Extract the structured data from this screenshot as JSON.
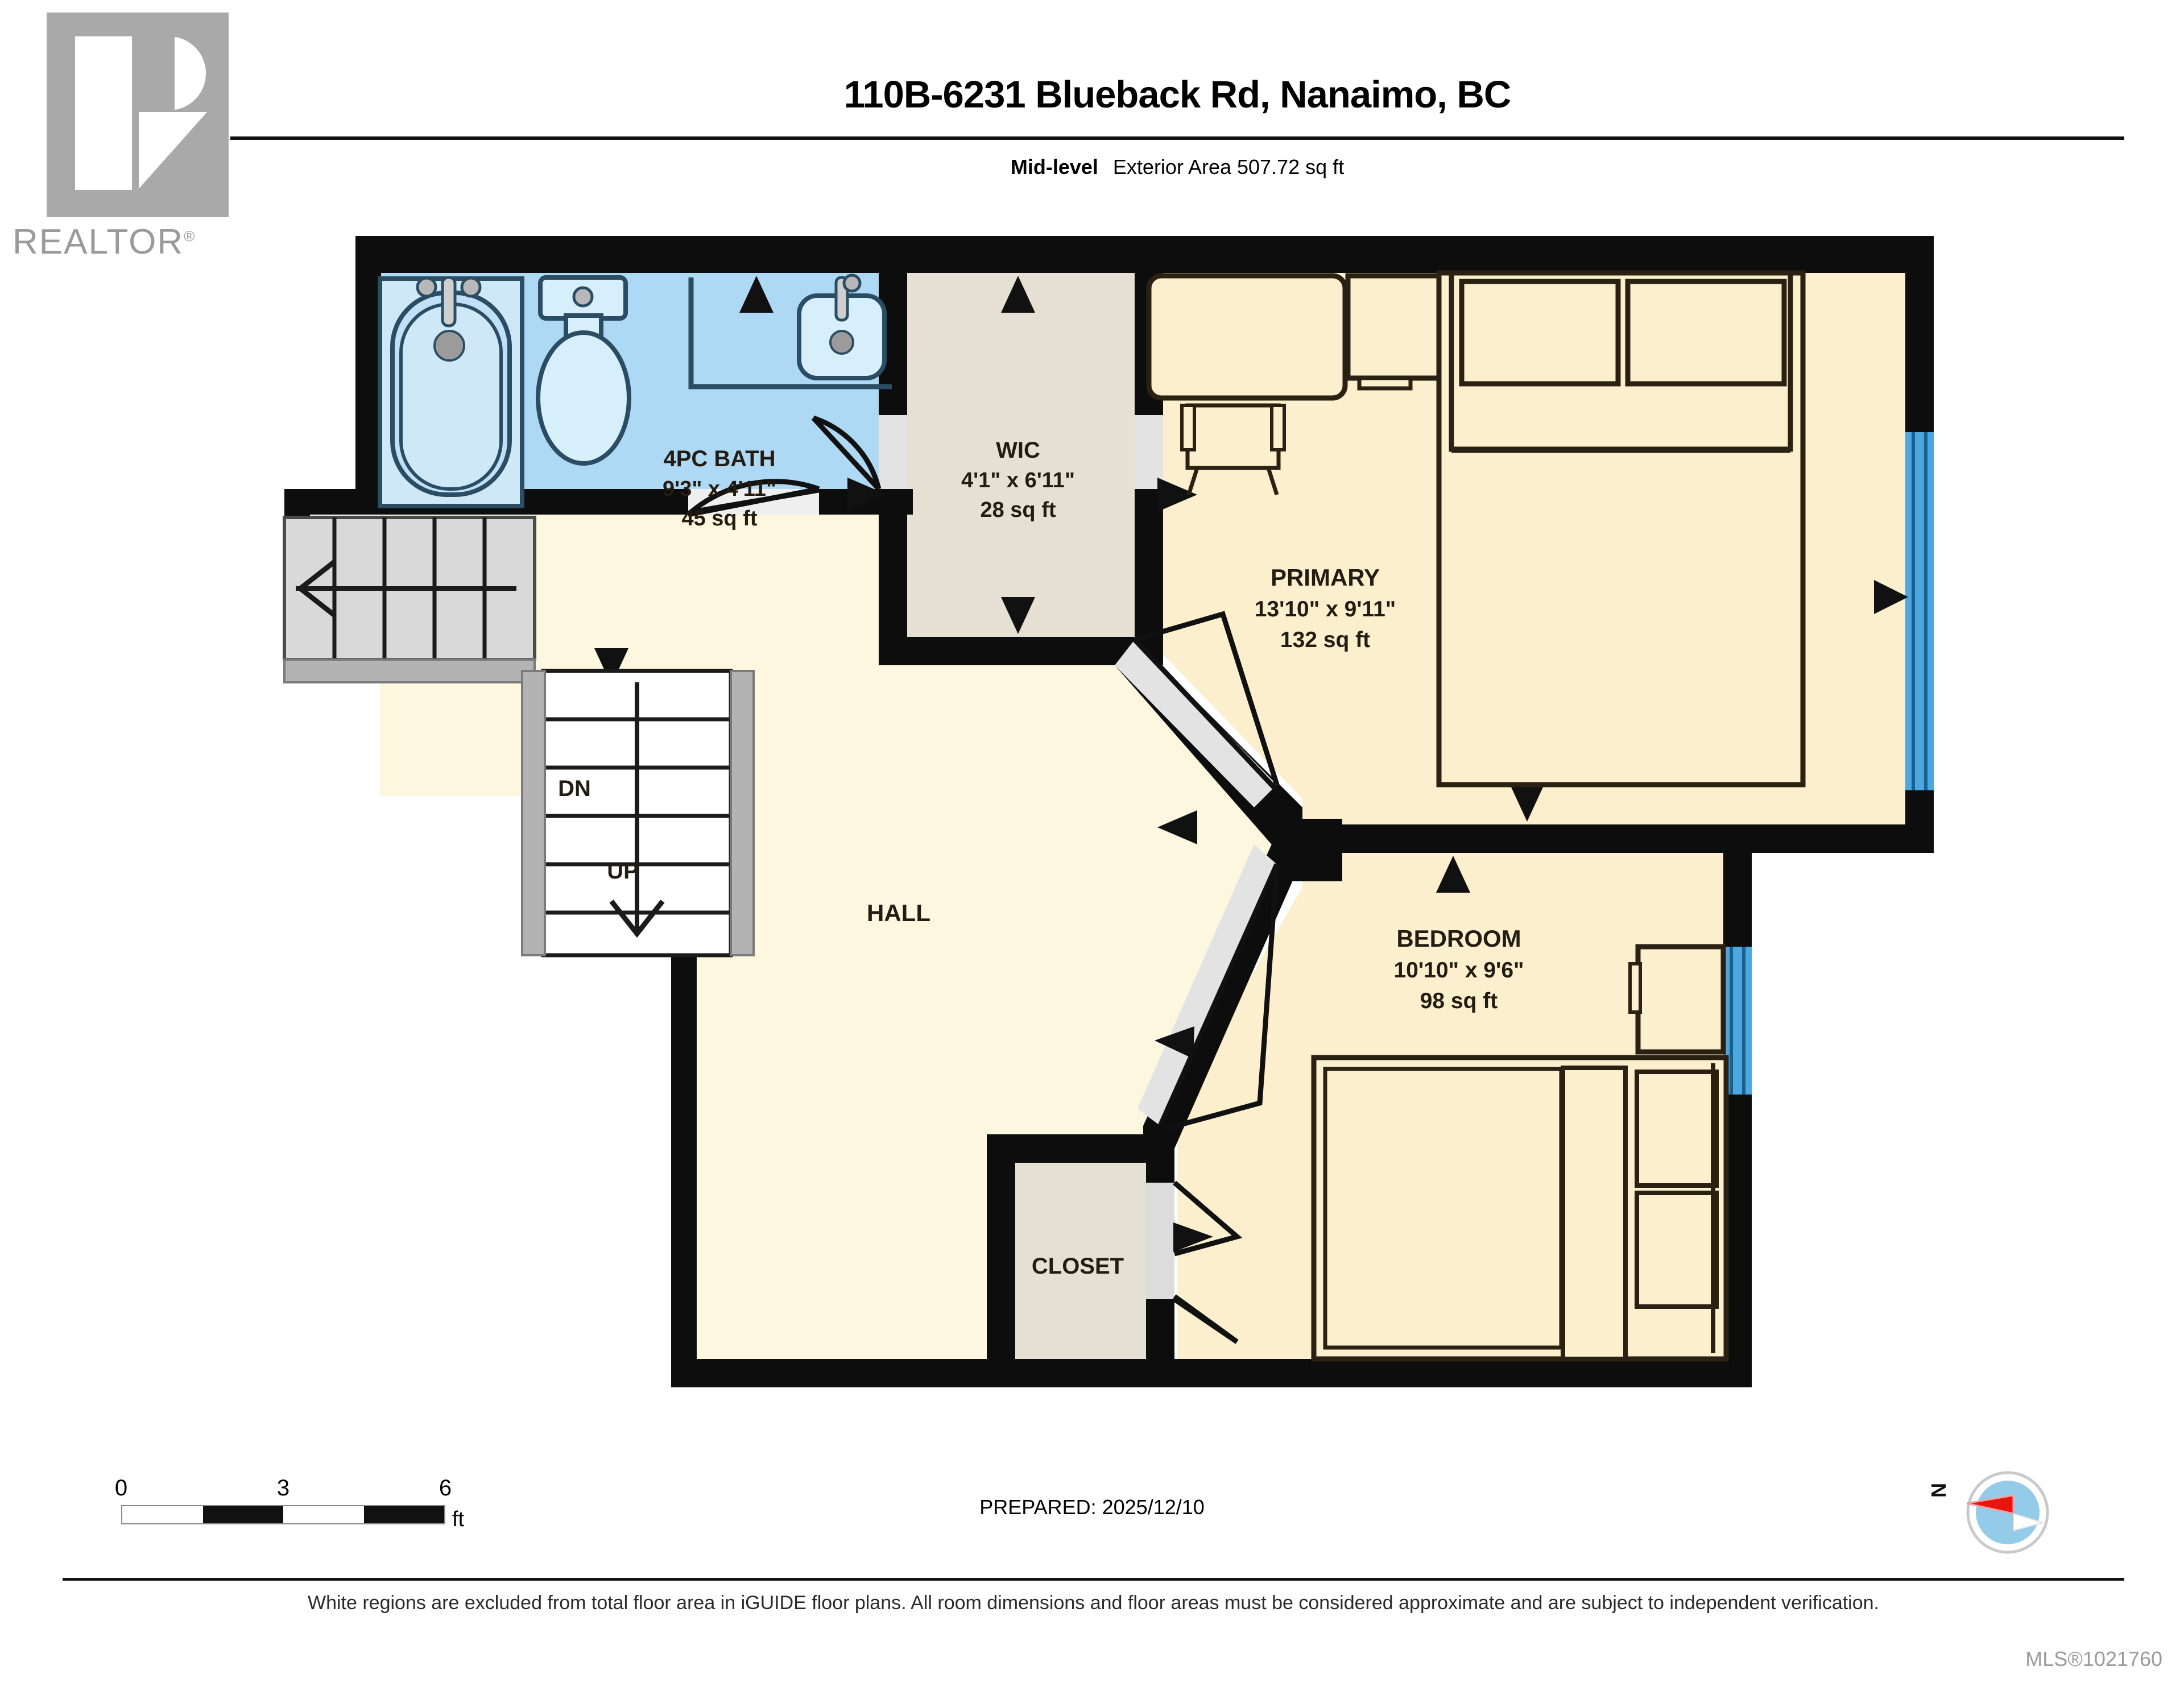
{
  "logo": {
    "name": "REALTOR",
    "registered": "®"
  },
  "header": {
    "title": "110B-6231 Blueback Rd, Nanaimo, BC",
    "level": "Mid-level",
    "exterior_area": "Exterior Area 507.72 sq ft"
  },
  "rooms": [
    {
      "key": "bath",
      "name": "4PC BATH",
      "dims": "9'3\" x 4'11\"",
      "area": "45 sq ft"
    },
    {
      "key": "wic",
      "name": "WIC",
      "dims": "4'1\" x 6'11\"",
      "area": "28 sq ft"
    },
    {
      "key": "primary",
      "name": "PRIMARY",
      "dims": "13'10\" x 9'11\"",
      "area": "132 sq ft"
    },
    {
      "key": "bedroom",
      "name": "BEDROOM",
      "dims": "10'10\" x 9'6\"",
      "area": "98 sq ft"
    },
    {
      "key": "hall",
      "name": "HALL",
      "dims": "",
      "area": ""
    },
    {
      "key": "closet",
      "name": "CLOSET",
      "dims": "",
      "area": ""
    }
  ],
  "stairs": {
    "down_label": "DN",
    "up_label": "UP"
  },
  "scale": {
    "ticks": [
      "0",
      "3",
      "6"
    ],
    "unit": "ft"
  },
  "prepared": "PREPARED: 2025/12/10",
  "compass": {
    "north_label": "N"
  },
  "disclaimer": "White regions are excluded from total floor area in iGUIDE floor plans. All room dimensions and floor areas must be considered approximate and are subject to independent verification.",
  "mls": "MLS®1021760",
  "colors": {
    "wall": "#0d0d0d",
    "floor_cream": "#fbefcd",
    "floor_hall": "#fdf7e0",
    "bath_blue": "#aed9f5",
    "closet_gray": "#e6e0d4",
    "stair_gray": "#d9d9d9",
    "window_blue": "#4da6dd",
    "door_gray": "#e3e3e3",
    "compass_red": "#e8140f",
    "compass_blue": "#93cbe8"
  }
}
